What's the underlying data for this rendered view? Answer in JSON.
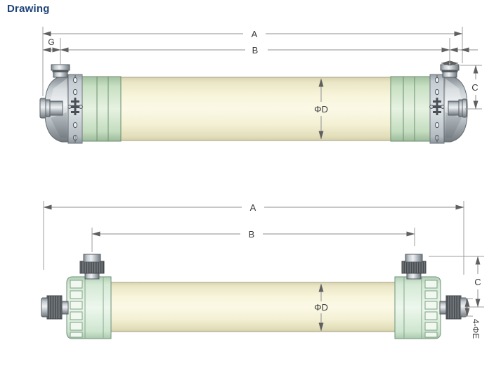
{
  "title": "Drawing",
  "colors": {
    "title_navy": "#1e4379",
    "shell_cream": "#f7f4da",
    "ring_green": "#d9ebd4",
    "cap_mint": "#e2f1e2",
    "metal_gray": "#b4bcc1",
    "dim_line_gray": "#8f8f8f",
    "label_dark": "#3a3a3a"
  },
  "view_top": {
    "name": "flanged membrane module side view",
    "labels": {
      "A": "A",
      "B": "B",
      "G": "G",
      "C": "C",
      "D": "ΦD"
    }
  },
  "view_bottom": {
    "name": "capped membrane module side view",
    "labels": {
      "A": "A",
      "B": "B",
      "C": "C",
      "D": "ΦD",
      "E": "4-ΦE"
    }
  }
}
